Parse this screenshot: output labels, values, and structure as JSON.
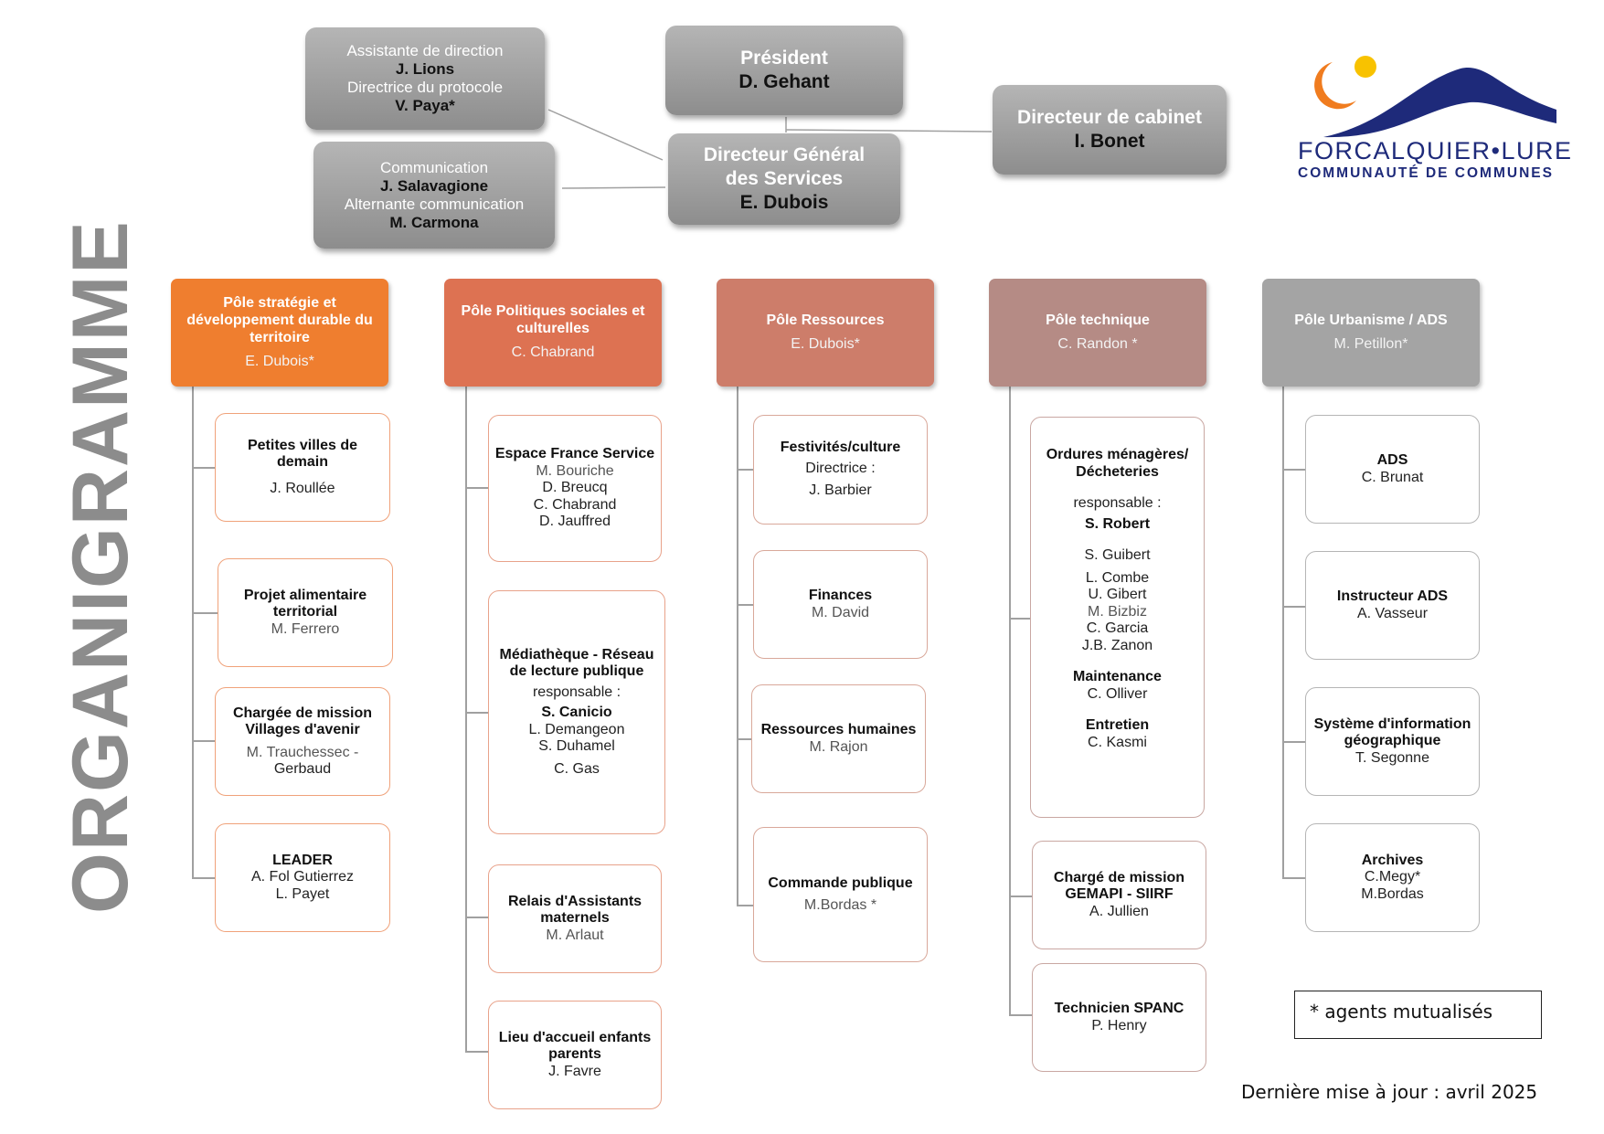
{
  "vertical_title": "ORGANIGRAMME",
  "logo": {
    "name": "FORCALQUIER•LURE",
    "sub": "COMMUNAUTÉ DE COMMUNES",
    "colors": {
      "navy": "#1e2a7a",
      "orange": "#f07c1f",
      "yellow": "#f8c200",
      "purple": "#8a2a6c"
    }
  },
  "exec": {
    "assistante": {
      "l1": "Assistante de direction",
      "n1": "J. Lions",
      "l2": "Directrice du protocole",
      "n2": "V. Paya*"
    },
    "communication": {
      "l1": "Communication",
      "n1": "J. Salavagione",
      "l2": "Alternante communication",
      "n2": "M. Carmona"
    },
    "president": {
      "title": "Président",
      "name": "D. Gehant"
    },
    "dgs": {
      "title1": "Directeur Général",
      "title2": "des Services",
      "name": "E. Dubois"
    },
    "cabinet": {
      "title": "Directeur de cabinet",
      "name": "I. Bonet"
    }
  },
  "poles": [
    {
      "title": "Pôle stratégie et développement durable du territoire",
      "name": "E. Dubois*",
      "color": "#ef7e2f"
    },
    {
      "title": "Pôle Politiques sociales et culturelles",
      "name": "C. Chabrand",
      "color": "#dd7252"
    },
    {
      "title": "Pôle Ressources",
      "name": "E. Dubois*",
      "color": "#cd7d6a"
    },
    {
      "title": "Pôle technique",
      "name": "C. Randon *",
      "color": "#b58b85"
    },
    {
      "title": "Pôle Urbanisme / ADS",
      "name": "M. Petillon*",
      "color": "#a4a4a4"
    }
  ],
  "col1": [
    {
      "title": "Petites villes de demain",
      "names": [
        "J. Roullée"
      ]
    },
    {
      "title": "Projet alimentaire territorial",
      "names": [
        "M. Ferrero"
      ]
    },
    {
      "title": "Chargée de mission Villages d'avenir",
      "names": [
        "M. Trauchessec -",
        "Gerbaud"
      ]
    },
    {
      "title": "LEADER",
      "names": [
        "A. Fol Gutierrez",
        "L. Payet"
      ]
    }
  ],
  "col2": [
    {
      "title": "Espace France Service",
      "names": [
        "M. Bouriche",
        "D. Breucq",
        "C. Chabrand",
        "D. Jauffred"
      ]
    },
    {
      "title": "Médiathèque - Réseau de lecture publique",
      "label": "responsable :",
      "lead": "S. Canicio",
      "names": [
        "L. Demangeon",
        "S. Duhamel"
      ],
      "extra": "C. Gas"
    },
    {
      "title": "Relais d'Assistants maternels",
      "names": [
        "M. Arlaut"
      ]
    },
    {
      "title": "Lieu d'accueil enfants parents",
      "names": [
        "J. Favre"
      ]
    }
  ],
  "col3": [
    {
      "title": "Festivités/culture",
      "label": "Directrice :",
      "names": [
        "J. Barbier"
      ]
    },
    {
      "title": "Finances",
      "names": [
        "M. David"
      ]
    },
    {
      "title": "Ressources humaines",
      "names": [
        "M. Rajon"
      ]
    },
    {
      "title": "Commande publique",
      "names": [
        "M.Bordas *"
      ]
    }
  ],
  "col4": {
    "om": {
      "title": "Ordures ménagères/ Décheteries",
      "label": "responsable :",
      "lead": "S. Robert",
      "names1": [
        "S. Guibert"
      ],
      "names2": [
        "L. Combe",
        "U. Gibert",
        "M. Bizbiz",
        "C. Garcia",
        "J.B. Zanon"
      ],
      "maint_title": "Maintenance",
      "maint_name": "C. Olliver",
      "entretien_title": "Entretien",
      "entretien_name": "C. Kasmi"
    },
    "gemapi": {
      "title": "Chargé de mission GEMAPI - SIIRF",
      "names": [
        "A. Jullien"
      ]
    },
    "spanc": {
      "title": "Technicien SPANC",
      "names": [
        "P. Henry"
      ]
    }
  },
  "col5": [
    {
      "title": "ADS",
      "names": [
        "C. Brunat"
      ]
    },
    {
      "title": "Instructeur ADS",
      "names": [
        "A. Vasseur"
      ]
    },
    {
      "title": "Système d'information géographique",
      "names": [
        "T. Segonne"
      ]
    },
    {
      "title": "Archives",
      "names": [
        "C.Megy*",
        "M.Bordas"
      ]
    }
  ],
  "legend": "* agents mutualisés",
  "updated": "Dernière mise à jour : avril 2025"
}
